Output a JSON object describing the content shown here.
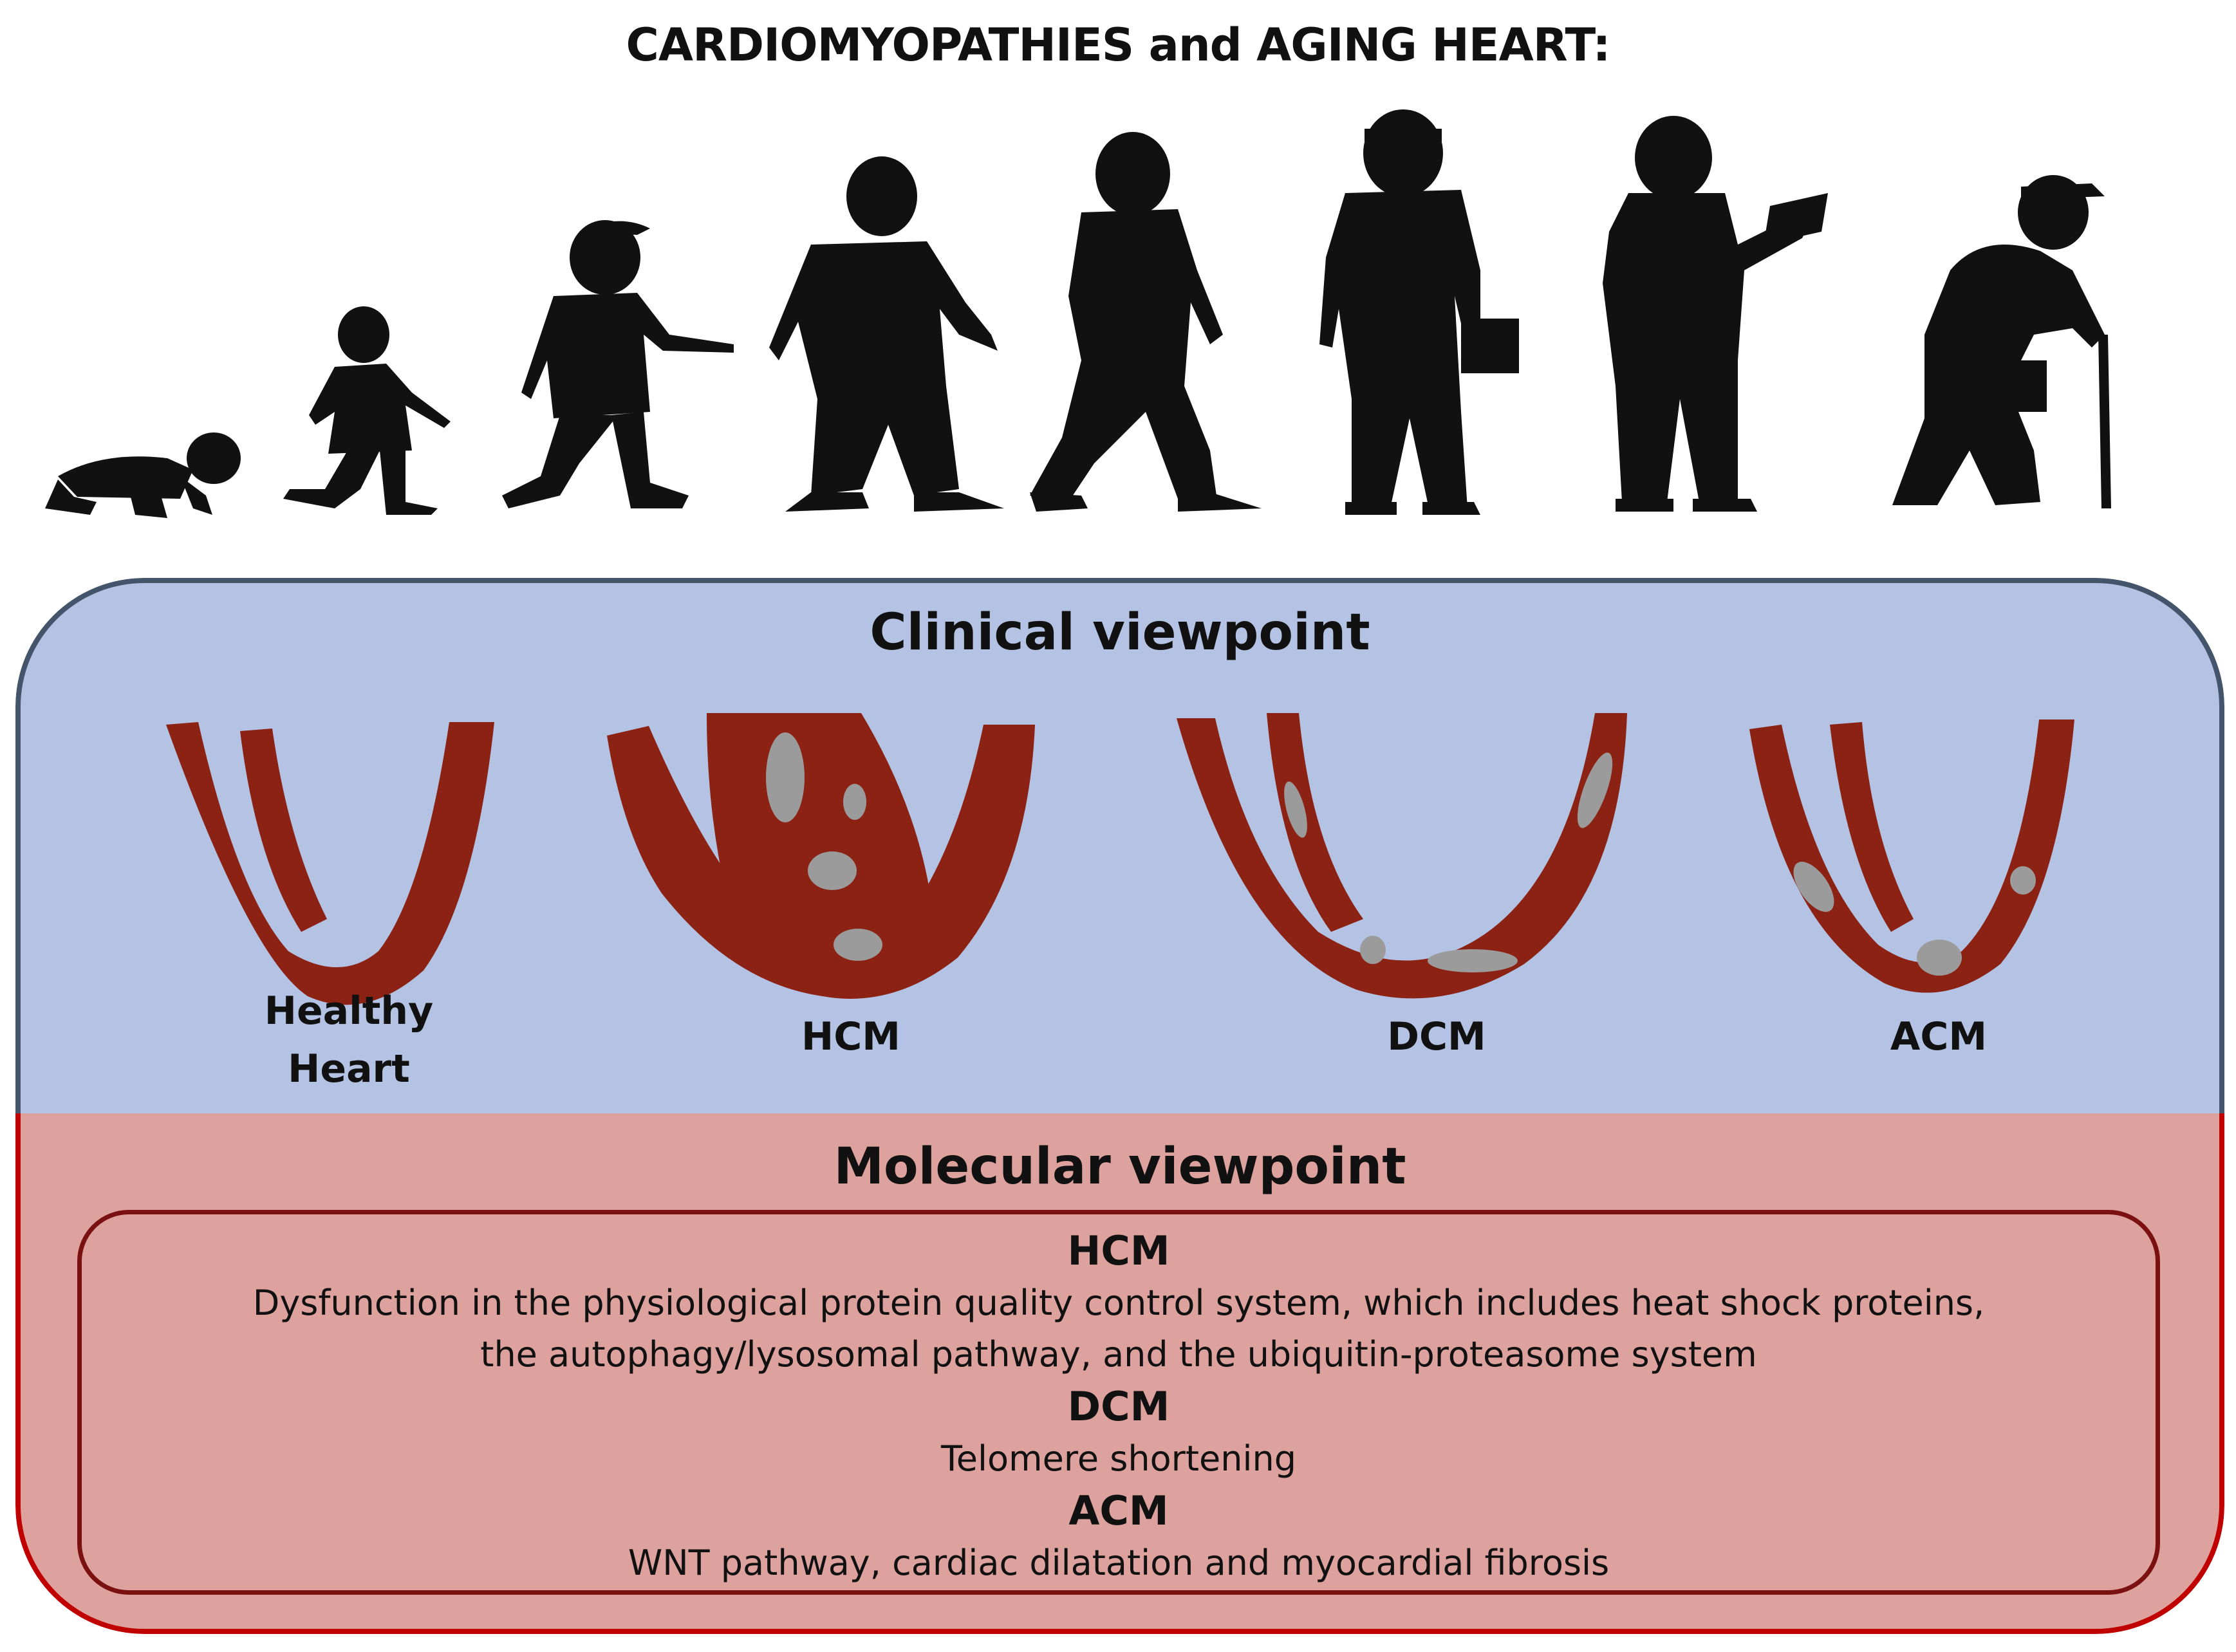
{
  "title": "CARDIOMYOPATHIES and AGING HEART:",
  "life_stages": [
    "crawling-baby-icon",
    "toddler-icon",
    "child-icon",
    "teen-icon",
    "young-adult-icon",
    "adult-with-briefcase-icon",
    "adult-reading-icon",
    "elderly-with-cane-icon"
  ],
  "clinical": {
    "title": "Clinical viewpoint",
    "hearts": [
      {
        "label_lines": [
          "Healthy",
          "Heart"
        ]
      },
      {
        "label": "HCM"
      },
      {
        "label": "DCM"
      },
      {
        "label": "ACM"
      }
    ]
  },
  "molecular": {
    "title": "Molecular viewpoint",
    "items": [
      {
        "heading": "HCM",
        "lines": [
          "Dysfunction in the physiological protein quality control system, which includes heat shock proteins,",
          "the autophagy/lysosomal pathway, and the ubiquitin-proteasome system"
        ]
      },
      {
        "heading": "DCM",
        "lines": [
          "Telomere shortening"
        ]
      },
      {
        "heading": "ACM",
        "lines": [
          "WNT pathway, cardiac dilatation and myocardial fibrosis"
        ]
      }
    ]
  },
  "colors": {
    "clinical_bg": "#b4c3e4",
    "clinical_border": "#44546a",
    "molecular_bg": "#dea29e",
    "molecular_border": "#c00000",
    "inner_box_border": "#7b1010",
    "myocardium": "#8b2214",
    "fibrosis": "#9b9b9b",
    "silhouette": "#111111"
  }
}
